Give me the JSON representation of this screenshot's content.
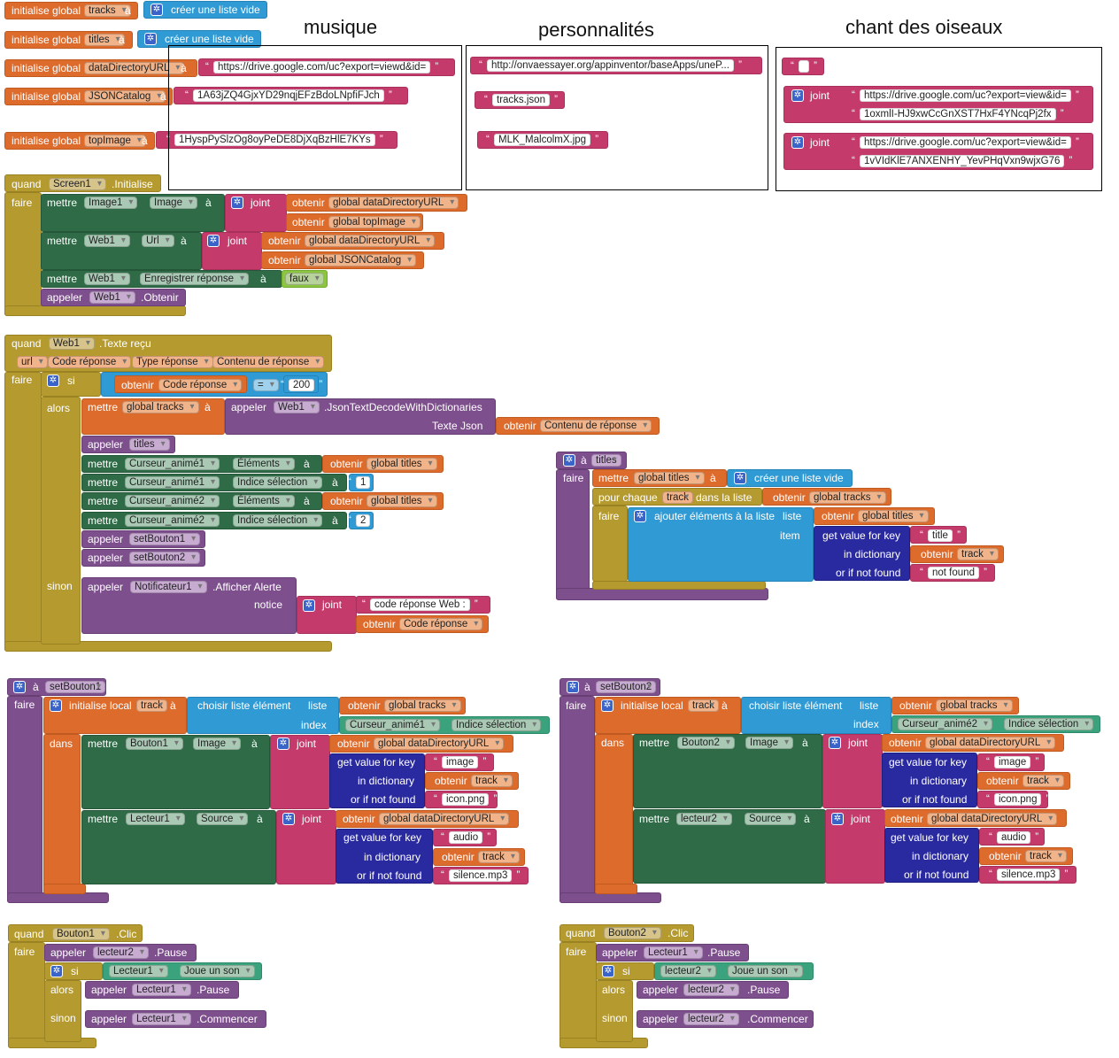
{
  "headings": {
    "musique": "musique",
    "personnalites": "personnalités",
    "oiseaux": "chant des oiseaux"
  },
  "kw": {
    "init_global": "initialise global",
    "a": "à",
    "quand": "quand",
    "faire": "faire",
    "mettre": "mettre",
    "appeler": "appeler",
    "obtenir": "obtenir",
    "joint": "joint",
    "si": "si",
    "alors": "alors",
    "sinon": "sinon",
    "dans": "dans",
    "index": "index",
    "liste": "liste",
    "item": "item",
    "empty_list": "créer une liste vide",
    "get_key": "get value for key",
    "in_dict": "in dictionary",
    "if_not_found": "or if not found",
    "init_local": "initialise local",
    "choose_item": "choisir liste élément",
    "for_each": "pour chaque",
    "in_list": "dans la liste",
    "add_items": "ajouter éléments à la liste",
    "json_text": "Texte Json",
    "notice": "notice",
    "sep": "."
  },
  "globals": {
    "tracks": "tracks",
    "titles": "titles",
    "dataDirectoryURL": "dataDirectoryURL",
    "JSONCatalog": "JSONCatalog",
    "topImage": "topImage"
  },
  "gvals": {
    "url_drive": "https://drive.google.com/uc?export=viewd&id=",
    "json_id": "1A63jZQ4GjxYD29nqjEFzBdoLNpfiFJch",
    "topimg_id": "1HyspPySlzOg8oyPeDE8DjXqBzHlE7KYs"
  },
  "perso": {
    "url": "http://onvaessayer.org/appinventor/baseApps/uneP...",
    "json": "tracks.json",
    "img": "MLK_MalcolmX.jpg"
  },
  "oiseaux": {
    "empty": "",
    "url1": "https://drive.google.com/uc?export=view&id=",
    "id1": "1oxmlI-HJ9xwCcGnXST7HxF4YNcqPj2fx",
    "url2": "https://drive.google.com/uc?export=view&id=",
    "id2": "1vVIdKlE7ANXENHY_YevPHqVxn9wjxG76"
  },
  "screen": {
    "component": "Screen1",
    "event": ".Initialise",
    "image1": "Image1",
    "image_prop": "Image",
    "g_dataDir": "global dataDirectoryURL",
    "g_topImage": "global topImage",
    "web1": "Web1",
    "url_prop": "Url",
    "g_json": "global JSONCatalog",
    "save_resp": "Enregistrer réponse",
    "false": "faux",
    "get_method": ".Obtenir"
  },
  "web": {
    "component": "Web1",
    "event": ".Texte reçu",
    "p_url": "url",
    "p_code": "Code réponse",
    "p_type": "Type réponse",
    "p_content": "Contenu de réponse",
    "eq": "=",
    "code": "200",
    "g_tracks": "global tracks",
    "decode": ".JsonTextDecodeWithDictionaries",
    "proc_titles": "titles",
    "slider1": "Curseur_animé1",
    "slider2": "Curseur_animé2",
    "elements": "Éléments",
    "sel_index": "Indice sélection",
    "g_titles": "global titles",
    "one": "1",
    "two": "2",
    "proc_b1": "setBouton1",
    "proc_b2": "setBouton2",
    "notifier": "Notificateur1",
    "alert": ".Afficher Alerte",
    "web_code_txt": "code réponse Web : "
  },
  "titles_proc": {
    "name": "titles",
    "var": "track",
    "key": "title",
    "not_found": "not found",
    "g_titles": "global titles",
    "g_tracks": "global tracks"
  },
  "setb1": {
    "name": "setBouton1",
    "var": "track",
    "button": "Bouton1",
    "image_prop": "Image",
    "player": "Lecteur1",
    "source": "Source",
    "g_tracks": "global tracks",
    "slider": "Curseur_animé1",
    "sel_index": "Indice sélection",
    "g_dataDir": "global dataDirectoryURL",
    "k_image": "image",
    "icon": "icon.png",
    "k_audio": "audio",
    "silence": "silence.mp3"
  },
  "setb2": {
    "name": "setBouton2",
    "var": "track",
    "button": "Bouton2",
    "image_prop": "Image",
    "player": "lecteur2",
    "source": "Source",
    "g_tracks": "global tracks",
    "slider": "Curseur_animé2",
    "sel_index": "Indice sélection",
    "g_dataDir": "global dataDirectoryURL",
    "k_image": "image",
    "icon": "icon.png",
    "k_audio": "audio",
    "silence": "silence.mp3"
  },
  "click1": {
    "button": "Bouton1",
    "event": ".Clic",
    "p_other": "lecteur2",
    "p_self": "Lecteur1",
    "pause": ".Pause",
    "playing": "Joue un son",
    "start": ".Commencer"
  },
  "click2": {
    "button": "Bouton2",
    "event": ".Clic",
    "p_other": "Lecteur1",
    "p_self": "lecteur2",
    "pause": ".Pause",
    "playing": "Joue un son",
    "start": ".Commencer"
  },
  "colors": {
    "control": "#b59a2f",
    "variable": "#dd6b2c",
    "component_set": "#2e6b46",
    "procedure": "#7d4f8c",
    "text": "#c43a6a",
    "list": "#2f9ad3",
    "dictionary": "#2a2aa0",
    "logic": "#8cc63f"
  }
}
